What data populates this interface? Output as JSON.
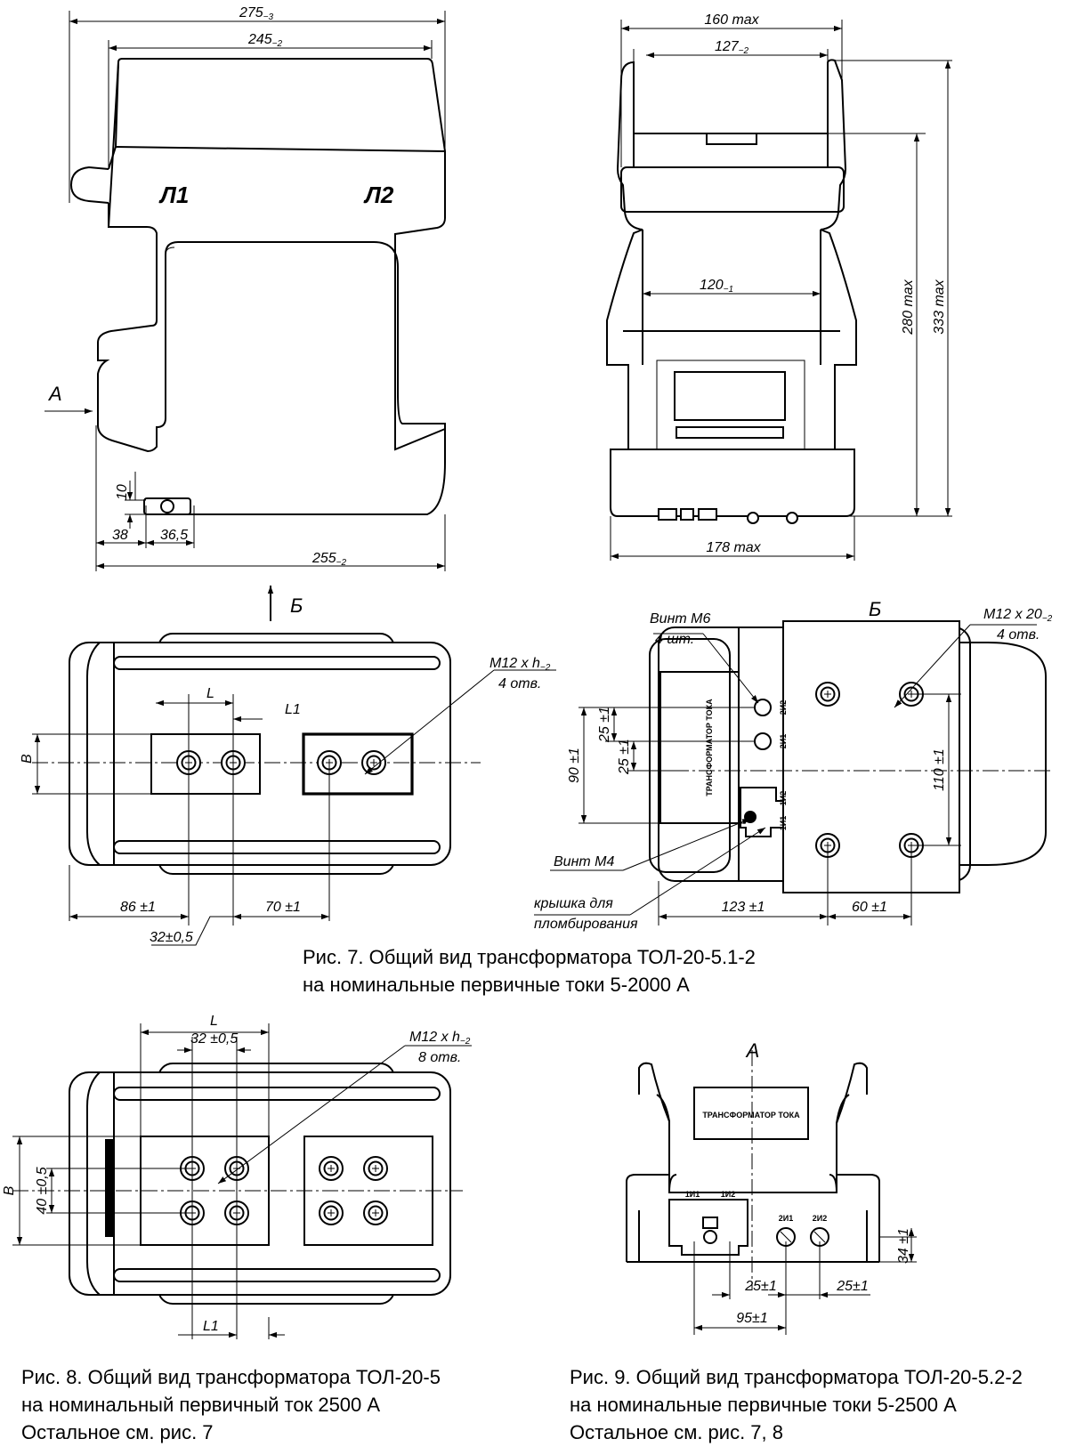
{
  "fig7": {
    "caption_line1": "Рис. 7. Общий вид трансформатора ТОЛ-20-5.1-2",
    "caption_line2": "на номинальные первичные токи 5-2000 А",
    "side": {
      "width_275": "275",
      "width_275_tol": "−3",
      "width_245": "245",
      "width_245_tol": "−2",
      "label_l1": "Л1",
      "label_l2": "Л2",
      "view_a": "А",
      "dim_10": "10",
      "dim_38": "38",
      "dim_36_5": "36,5",
      "width_255": "255",
      "width_255_tol": "−2",
      "view_b": "Б"
    },
    "front": {
      "width_160": "160 max",
      "width_127": "127",
      "width_127_tol": "−2",
      "width_120": "120",
      "width_120_tol": "−1",
      "height_280": "280 max",
      "height_333": "333 max",
      "width_178": "178 max"
    },
    "bottom_left": {
      "thread_label": "M12 x h",
      "thread_tol": "−2",
      "thread_count": "4 отв.",
      "dim_l": "L",
      "dim_l1": "L1",
      "dim_b": "B",
      "dim_86": "86 ±1",
      "dim_70": "70 ±1",
      "dim_32": "32±0,5"
    },
    "view_b": {
      "title": "Б",
      "screw_m6": "Винт М6",
      "screw_m6_count": "4 шт.",
      "thread_label": "M12 x 20",
      "thread_tol": "−2",
      "thread_count": "4 отв.",
      "dim_90": "90 ±1",
      "dim_25a": "25 ±1",
      "dim_25b": "25 ±1",
      "dim_110": "110 ±1",
      "screw_m4": "Винт М4",
      "cover_1": "крышка для",
      "cover_2": "пломбирования",
      "dim_123": "123 ±1",
      "dim_60": "60 ±1",
      "term_2i2": "2И2",
      "term_2i1": "2И1",
      "term_1i2": "1И2",
      "term_1i1": "1И1",
      "plate_line": "ТРАНСФОРМАТОР ТОКА"
    }
  },
  "fig8": {
    "caption_line1": "Рис. 8. Общий вид трансформатора ТОЛ-20-5",
    "caption_line2": "на номинальный первичный ток 2500 А",
    "caption_line3": "Остальное см. рис. 7",
    "dim_l": "L",
    "dim_32": "32 ±0,5",
    "thread_label": "M12 x h",
    "thread_tol": "−2",
    "thread_count": "8 отв.",
    "dim_b": "B",
    "dim_40": "40 ±0,5",
    "dim_l1": "L1"
  },
  "fig9": {
    "caption_line1": "Рис. 9. Общий вид трансформатора ТОЛ-20-5.2-2",
    "caption_line2": "на номинальные первичные токи 5-2500 А",
    "caption_line3": "Остальное см. рис. 7, 8",
    "view_a": "А",
    "term_1i1": "1И1",
    "term_1i2": "1И2",
    "term_2i1": "2И1",
    "term_2i2": "2И2",
    "dim_34": "34 ±1",
    "dim_25a": "25±1",
    "dim_25b": "25±1",
    "dim_95": "95±1",
    "plate_line": "ТРАНСФОРМАТОР ТОКА"
  }
}
